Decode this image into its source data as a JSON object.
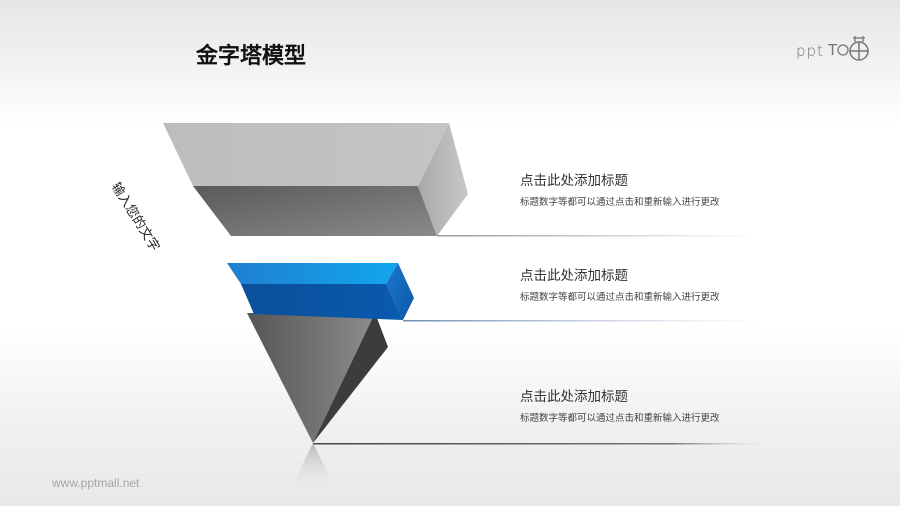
{
  "header": {
    "title": "金字塔模型",
    "logo_text": "ppt",
    "logo_icon": "ppt-logo-icon"
  },
  "diagram": {
    "side_label": "输入您的文字",
    "levels": [
      {
        "title": "点击此处添加标题",
        "description": "标题数字等都可以通过点击和重新输入进行更改",
        "color": "#9e9e9e"
      },
      {
        "title": "点击此处添加标题",
        "description": "标题数字等都可以通过点击和重新输入进行更改",
        "color": "#1e88d8"
      },
      {
        "title": "点击此处添加标题",
        "description": "标题数字等都可以通过点击和重新输入进行更改",
        "color": "#6e6e6e"
      }
    ]
  },
  "footer": {
    "url": "www.pptmall.net"
  }
}
